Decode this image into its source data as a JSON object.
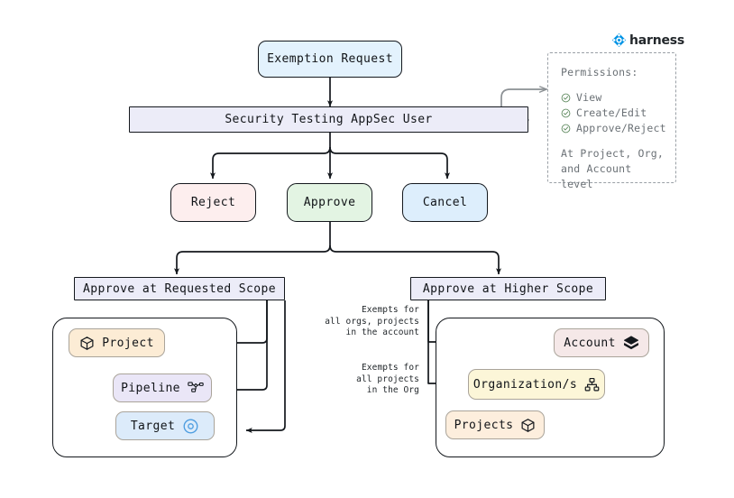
{
  "brand": {
    "logo_text": "harness",
    "logo_icon": "harness-diamond-icon",
    "logo_color": "#0093E5"
  },
  "diagram": {
    "title_node": {
      "label": "Exemption Request",
      "fill": "#e3f2fd"
    },
    "actor_node": {
      "label": "Security Testing AppSec User",
      "fill": "#ececf8"
    },
    "decisions": [
      {
        "id": "reject",
        "label": "Reject",
        "fill": "#fdeeee"
      },
      {
        "id": "approve",
        "label": "Approve",
        "fill": "#e3f4e3"
      },
      {
        "id": "cancel",
        "label": "Cancel",
        "fill": "#ddeefc"
      }
    ],
    "scopes": [
      {
        "id": "requested",
        "label": "Approve at Requested Scope",
        "fill": "#ececf8"
      },
      {
        "id": "higher",
        "label": "Approve at Higher Scope",
        "fill": "#ececf8"
      }
    ],
    "requested_scope_items": [
      {
        "id": "project",
        "label": "Project",
        "icon": "cube-icon",
        "fill": "#fcecd5"
      },
      {
        "id": "pipeline",
        "label": "Pipeline",
        "icon": "pipeline-icon",
        "fill": "#eae6f7"
      },
      {
        "id": "target",
        "label": "Target",
        "icon": "target-icon",
        "fill": "#dcebfa"
      }
    ],
    "higher_scope_items": [
      {
        "id": "account",
        "label": "Account",
        "icon": "layers-icon",
        "fill": "#f5e8e8"
      },
      {
        "id": "organization",
        "label": "Organization/s",
        "icon": "orgchart-icon",
        "fill": "#fcf6d8"
      },
      {
        "id": "projects",
        "label": "Projects",
        "icon": "cube-icon",
        "fill": "#fdeedd"
      }
    ],
    "edge_labels": [
      {
        "id": "account-exempt",
        "text": "Exempts for\nall orgs, projects\nin the account"
      },
      {
        "id": "org-exempt",
        "text": "Exempts for\nall projects\nin the Org"
      }
    ]
  },
  "permissions": {
    "heading": "Permissions:",
    "items": [
      {
        "label": "View",
        "icon": "check-circle-icon"
      },
      {
        "label": "Create/Edit",
        "icon": "check-circle-icon"
      },
      {
        "label": "Approve/Reject",
        "icon": "check-circle-icon"
      }
    ],
    "footer_line1": "At Project, Org,",
    "footer_line2": "and Account level",
    "check_color": "#5f8a5f"
  }
}
